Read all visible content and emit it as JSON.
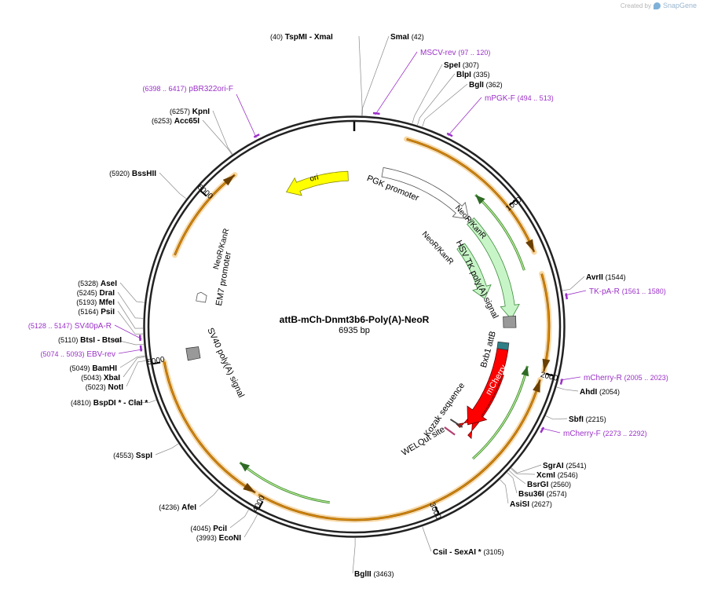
{
  "credit": {
    "prefix": "Created by",
    "brand": "SnapGene"
  },
  "plasmid": {
    "name": "attB-mCh-Dnmt3b6-Poly(A)-NeoR",
    "length": 6935,
    "length_label": "6935 bp"
  },
  "ticks": [
    {
      "pos": 1000,
      "label": "1000"
    },
    {
      "pos": 2000,
      "label": "2000"
    },
    {
      "pos": 3000,
      "label": "3000"
    },
    {
      "pos": 4000,
      "label": "4000"
    },
    {
      "pos": 5000,
      "label": "5000"
    },
    {
      "pos": 6000,
      "label": "6000"
    }
  ],
  "colors": {
    "enzyme": "#000000",
    "primer": "#9b30c8",
    "backbone": "#222222",
    "neo": "#c8f5c8",
    "ori": "#ffff00",
    "mcherry": "#ff0000",
    "promoter": "#ffffff",
    "terminator": "#999999",
    "orf": "#e58e00",
    "orf_glow": "#f9d9a6",
    "attb": "#2f7f86"
  },
  "enzymes": [
    {
      "name": "TspMI",
      "pos": 40,
      "suffix": " - XmaI"
    },
    {
      "name": "SmaI",
      "pos": 42,
      "suffix": ""
    },
    {
      "name": "SpeI",
      "pos": 307,
      "suffix": ""
    },
    {
      "name": "BlpI",
      "pos": 335,
      "suffix": ""
    },
    {
      "name": "BglI",
      "pos": 362,
      "suffix": ""
    },
    {
      "name": "AvrII",
      "pos": 1544,
      "suffix": ""
    },
    {
      "name": "AhdI",
      "pos": 2054,
      "suffix": ""
    },
    {
      "name": "SbfI",
      "pos": 2215,
      "suffix": ""
    },
    {
      "name": "SgrAI",
      "pos": 2541,
      "suffix": ""
    },
    {
      "name": "XcmI",
      "pos": 2546,
      "suffix": ""
    },
    {
      "name": "BsrGI",
      "pos": 2560,
      "suffix": ""
    },
    {
      "name": "Bsu36I",
      "pos": 2574,
      "suffix": ""
    },
    {
      "name": "AsiSI",
      "pos": 2627,
      "suffix": ""
    },
    {
      "name": "CsiI",
      "pos": 3105,
      "suffix": " - SexAI *"
    },
    {
      "name": "BglII",
      "pos": 3463,
      "suffix": ""
    },
    {
      "name": "EcoNI",
      "pos": 3993,
      "suffix": ""
    },
    {
      "name": "PciI",
      "pos": 4045,
      "suffix": ""
    },
    {
      "name": "AfeI",
      "pos": 4236,
      "suffix": ""
    },
    {
      "name": "SspI",
      "pos": 4553,
      "suffix": ""
    },
    {
      "name": "BspDI *",
      "pos": 4810,
      "suffix": " - ClaI *"
    },
    {
      "name": "NotI",
      "pos": 5023,
      "suffix": ""
    },
    {
      "name": "XbaI",
      "pos": 5043,
      "suffix": ""
    },
    {
      "name": "BamHI",
      "pos": 5049,
      "suffix": ""
    },
    {
      "name": "BtsI",
      "pos": 5110,
      "suffix": " - BtsαI"
    },
    {
      "name": "PsiI",
      "pos": 5164,
      "suffix": ""
    },
    {
      "name": "MfeI",
      "pos": 5193,
      "suffix": ""
    },
    {
      "name": "DraI",
      "pos": 5245,
      "suffix": ""
    },
    {
      "name": "AseI",
      "pos": 5328,
      "suffix": ""
    },
    {
      "name": "BssHII",
      "pos": 5920,
      "suffix": ""
    },
    {
      "name": "Acc65I",
      "pos": 6253,
      "suffix": ""
    },
    {
      "name": "KpnI",
      "pos": 6257,
      "suffix": ""
    }
  ],
  "primers": [
    {
      "name": "MSCV-rev",
      "range": "(97 .. 120)",
      "start": 97,
      "end": 120
    },
    {
      "name": "mPGK-F",
      "range": "(494 .. 513)",
      "start": 494,
      "end": 513
    },
    {
      "name": "TK-pA-R",
      "range": "(1561 .. 1580)",
      "start": 1561,
      "end": 1580
    },
    {
      "name": "mCherry-R",
      "range": "(2005 .. 2023)",
      "start": 2005,
      "end": 2023
    },
    {
      "name": "mCherry-F",
      "range": "(2273 .. 2292)",
      "start": 2273,
      "end": 2292
    },
    {
      "name": "EBV-rev",
      "range": "(5074 .. 5093)",
      "start": 5074,
      "end": 5093
    },
    {
      "name": "SV40pA-R",
      "range": "(5128 .. 5147)",
      "start": 5128,
      "end": 5147
    },
    {
      "name": "pBR322ori-F",
      "range": "(6398 .. 6417)",
      "start": 6398,
      "end": 6417
    }
  ],
  "features": [
    {
      "name": "ori",
      "label": "ori"
    },
    {
      "name": "pgk-promoter",
      "label": "PGK promoter"
    },
    {
      "name": "neor-kanr-1",
      "label": "NeoR/KanR"
    },
    {
      "name": "neor-kanr-2",
      "label": "NeoR/KanR"
    },
    {
      "name": "hsv-tk-polya",
      "label": "HSV TK poly(A) signal"
    },
    {
      "name": "bxb1-attb",
      "label": "Bxb1 attB"
    },
    {
      "name": "mcherry",
      "label": "mCherry"
    },
    {
      "name": "kozak",
      "label": "Kozak sequence"
    },
    {
      "name": "welqut",
      "label": "WELQut site"
    },
    {
      "name": "sv40-polya",
      "label": "SV40 poly(A) signal"
    },
    {
      "name": "em7-promoter",
      "label": "EM7 promoter"
    },
    {
      "name": "neor-kanr-3",
      "label": "NeoR/KanR"
    }
  ]
}
